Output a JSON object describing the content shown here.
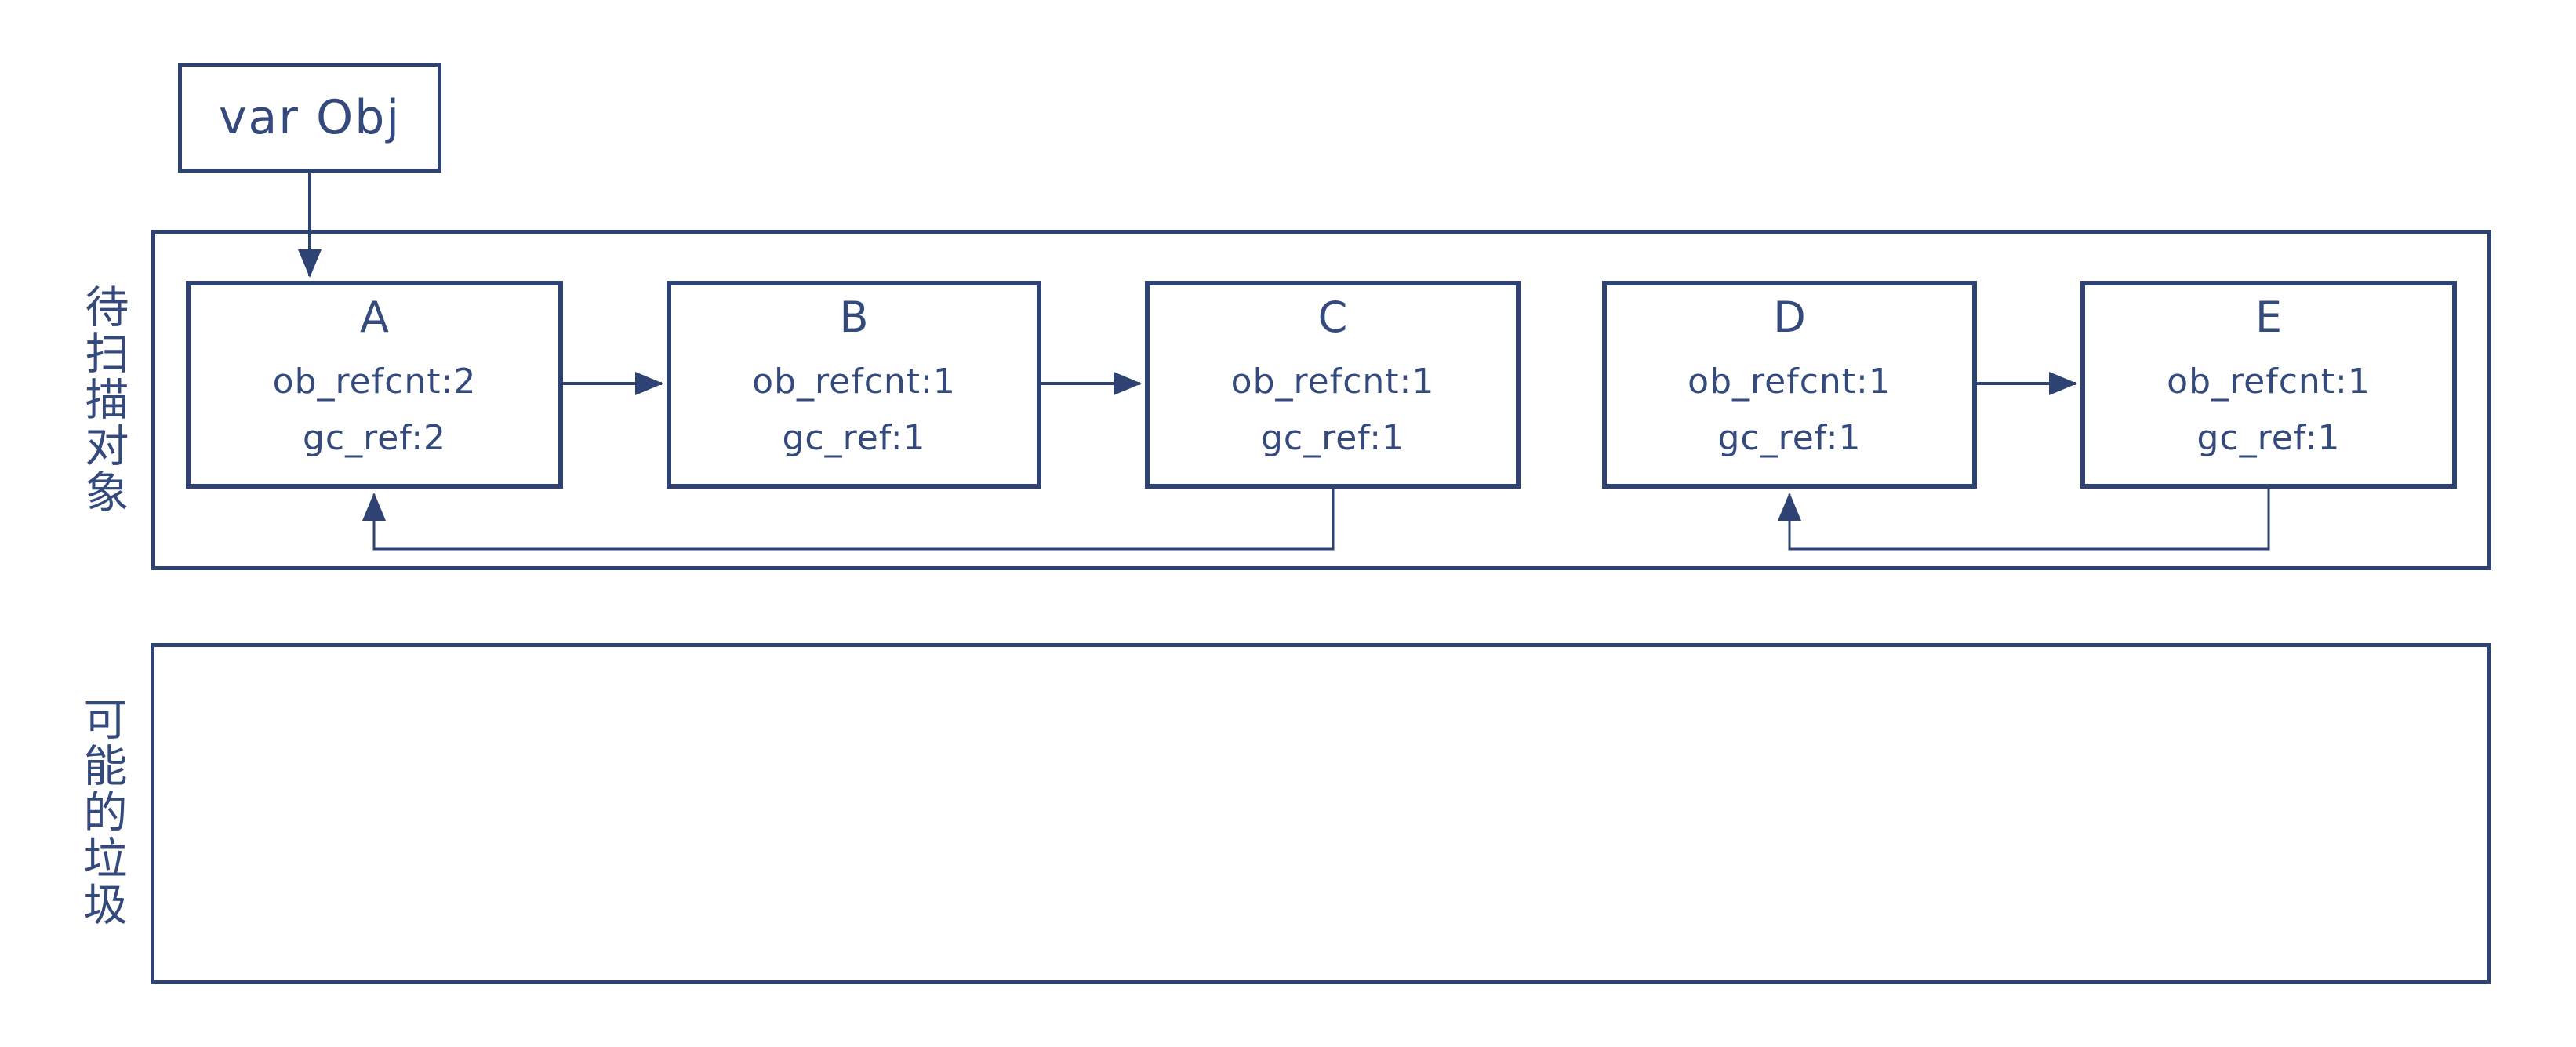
{
  "page": {
    "background": "#ffffff",
    "ink_color": "#2e4274",
    "text_color": "#34497c"
  },
  "diagram": {
    "var_box": {
      "label": "var Obj"
    },
    "regions": {
      "scan": {
        "label": "待扫描对象"
      },
      "garbage": {
        "label": "可能的垃圾"
      }
    },
    "nodes": [
      {
        "id": "A",
        "title": "A",
        "ob_refcnt": "ob_refcnt:2",
        "gc_ref": "gc_ref:2"
      },
      {
        "id": "B",
        "title": "B",
        "ob_refcnt": "ob_refcnt:1",
        "gc_ref": "gc_ref:1"
      },
      {
        "id": "C",
        "title": "C",
        "ob_refcnt": "ob_refcnt:1",
        "gc_ref": "gc_ref:1"
      },
      {
        "id": "D",
        "title": "D",
        "ob_refcnt": "ob_refcnt:1",
        "gc_ref": "gc_ref:1"
      },
      {
        "id": "E",
        "title": "E",
        "ob_refcnt": "ob_refcnt:1",
        "gc_ref": "gc_ref:1"
      }
    ],
    "edges": [
      {
        "from": "var Obj",
        "to": "A"
      },
      {
        "from": "A",
        "to": "B"
      },
      {
        "from": "B",
        "to": "C"
      },
      {
        "from": "C",
        "to": "A"
      },
      {
        "from": "D",
        "to": "E"
      },
      {
        "from": "E",
        "to": "D"
      }
    ]
  }
}
